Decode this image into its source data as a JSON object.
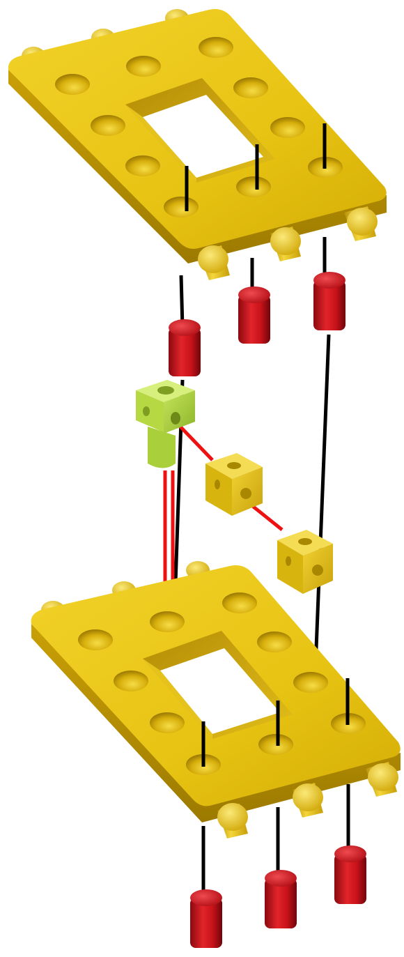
{
  "figure": {
    "kind": "exploded-assembly-diagram",
    "parts": [
      {
        "name": "frame-plate",
        "count": 2,
        "color": "#e5be0e"
      },
      {
        "name": "red-peg",
        "count": 6,
        "color": "#c8121a"
      },
      {
        "name": "green-angle-block",
        "count": 1,
        "color": "#a9cf3a"
      },
      {
        "name": "yellow-cube-connector",
        "count": 2,
        "color": "#e2bd16"
      }
    ],
    "line_colors": {
      "assembly_line": "#000000",
      "connector_line": "#ee1111"
    }
  }
}
